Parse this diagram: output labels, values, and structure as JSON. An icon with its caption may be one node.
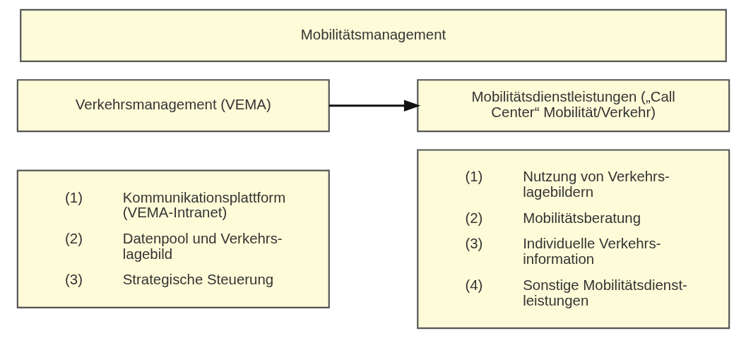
{
  "diagram": {
    "nodes": [
      {
        "text": [
          "Mobilitätsmanagement"
        ]
      },
      {
        "text": [
          "Verkehrsmanagement (VEMA)"
        ]
      },
      {
        "text": [
          "(1)",
          "Kommunikationsplattform (VEMA-Intranet)",
          "(2)",
          "Datenpool und Verkehrs- lagebild",
          "(3)",
          "Strategische Steuerung"
        ]
      },
      {
        "text": [
          "Mobilitätsdienstleistungen („Call Center“ Mobilität/Verkehr)"
        ]
      },
      {
        "text": [
          "(1)",
          "Nutzung von Verkehrs- lagebildern",
          "(2)",
          "Mobilitätsberatung",
          "(3)",
          "Individuelle Verkehrs- information",
          "(4)",
          "Sonstige Mobilitätsdienst- leistungen"
        ]
      }
    ],
    "edges": [
      {
        "from": 1,
        "to": 3,
        "arrow": "to"
      }
    ]
  }
}
